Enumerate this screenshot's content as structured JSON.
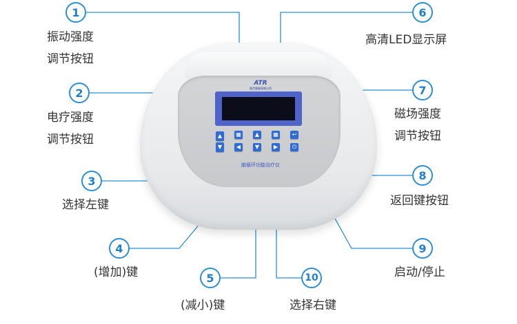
{
  "callouts": [
    {
      "num": "1",
      "lines": [
        "振动强度",
        "调节按钮"
      ]
    },
    {
      "num": "2",
      "lines": [
        "电疗强度",
        "调节按钮"
      ]
    },
    {
      "num": "3",
      "lines": [
        "选择左键"
      ]
    },
    {
      "num": "4",
      "lines": [
        "(增加)键"
      ]
    },
    {
      "num": "5",
      "lines": [
        "(减小)键"
      ]
    },
    {
      "num": "6",
      "lines": [
        "高清LED显示屏"
      ]
    },
    {
      "num": "7",
      "lines": [
        "磁场强度",
        "调节按钮"
      ]
    },
    {
      "num": "8",
      "lines": [
        "返回键按钮"
      ]
    },
    {
      "num": "9",
      "lines": [
        "启动/停止"
      ]
    },
    {
      "num": "10",
      "lines": [
        "选择右键"
      ]
    }
  ],
  "device": {
    "brand": "ATR",
    "brand_sub": "医疗器械有限公司",
    "panel_text": "脑循环功能治疗仪",
    "button_glyphs": {
      "up": "▲",
      "down": "▼",
      "left": "◀",
      "right": "▶",
      "grid": "▦",
      "back": "↩",
      "power": "⏻"
    }
  },
  "colors": {
    "callout_blue": "#2c8fd4",
    "button_blue": "#2f6bd3",
    "screen_frame": "#4f63c9"
  }
}
